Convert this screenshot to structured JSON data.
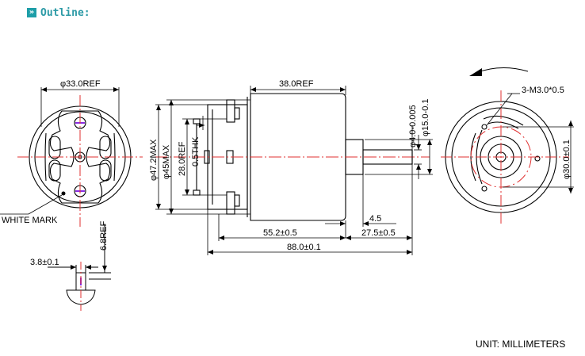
{
  "header": {
    "icon": "chevron-right-icon",
    "title": "Outline:"
  },
  "labels": {
    "d33": "φ33.0REF",
    "white_mark": "WHITE MARK",
    "w38_8": "3.8±0.1",
    "h6_8": "6.8REF",
    "l38": "38.0REF",
    "d47_2": "φ47.2MAX",
    "d45": "φ45MAX",
    "h28": "28.0REF",
    "thk": "0.5THK",
    "shaft": "φ4.0-0.005",
    "boss": "φ15.0-0.1",
    "l4_5": "4.5",
    "l55_2": "55.2±0.5",
    "l27_5": "27.5±0.5",
    "l88": "88.0±0.1",
    "screws": "3-M3.0*0.5",
    "d30": "φ30.0±0.1"
  },
  "unit_note": "UNIT: MILLIMETERS",
  "colors": {
    "accent": "#1e9ea8",
    "centerline": "#e03030",
    "hole": "#8a2be2",
    "line": "#000000"
  }
}
